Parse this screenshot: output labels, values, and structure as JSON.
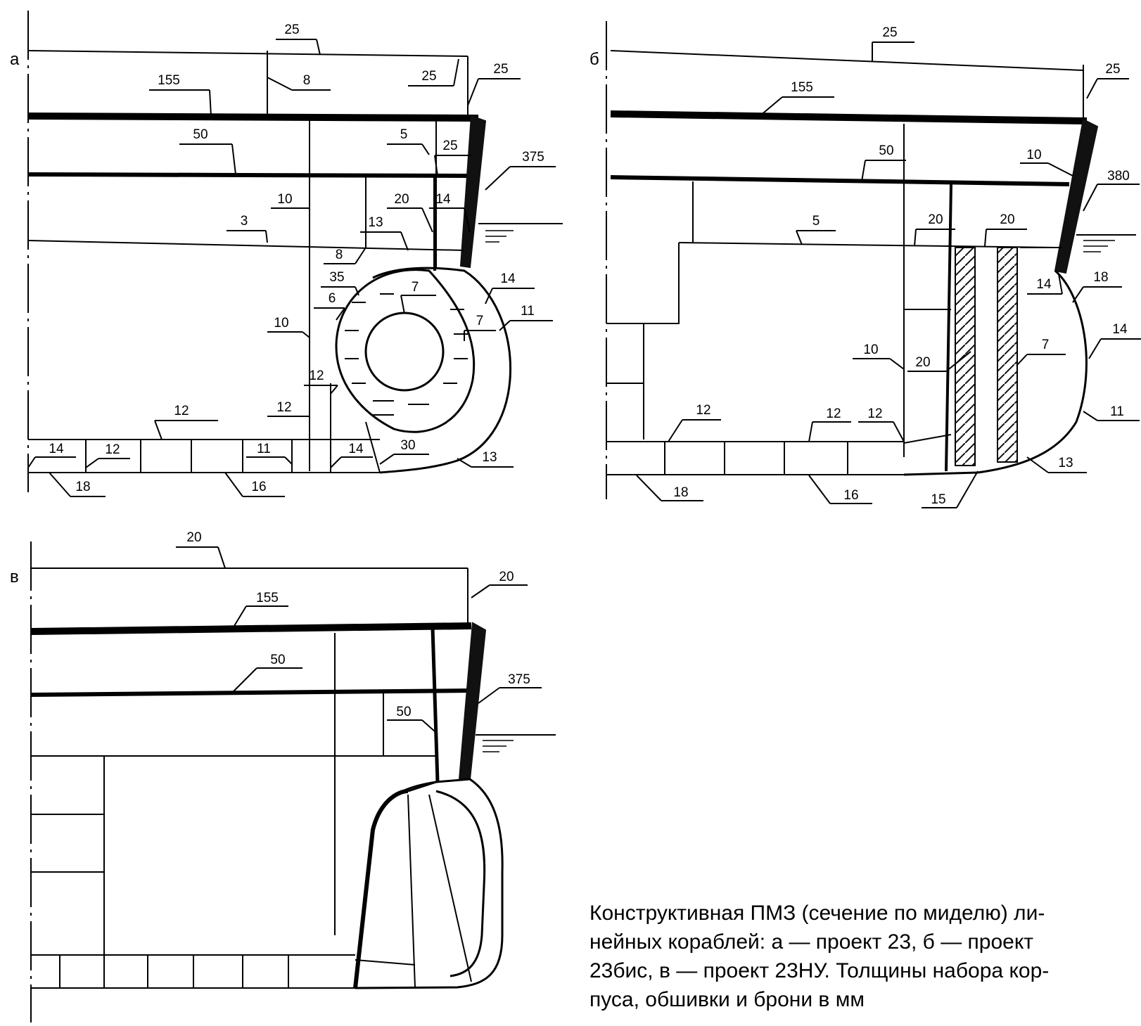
{
  "panels": {
    "a": {
      "letter": "а",
      "labels": [
        "25",
        "25",
        "25",
        "155",
        "8",
        "50",
        "5",
        "25",
        "375",
        "10",
        "20",
        "14",
        "3",
        "13",
        "8",
        "35",
        "7",
        "14",
        "6",
        "7",
        "11",
        "10",
        "12",
        "12",
        "12",
        "14",
        "12",
        "11",
        "14",
        "30",
        "13",
        "18",
        "16"
      ]
    },
    "b": {
      "letter": "б",
      "labels": [
        "25",
        "25",
        "155",
        "10",
        "50",
        "380",
        "5",
        "20",
        "20",
        "14",
        "18",
        "7",
        "14",
        "10",
        "20",
        "12",
        "12",
        "12",
        "11",
        "13",
        "18",
        "16",
        "15"
      ]
    },
    "v": {
      "letter": "в",
      "labels": [
        "20",
        "20",
        "155",
        "50",
        "375",
        "50"
      ]
    }
  },
  "caption": {
    "lines": [
      "Конструктивная ПМЗ (сечение по миделю) ли-",
      "нейных кораблей: а — проект 23, б — проект",
      "23бис, в — проект 23НУ. Толщины набора кор-",
      "пуса, обшивки и брони в мм"
    ]
  }
}
